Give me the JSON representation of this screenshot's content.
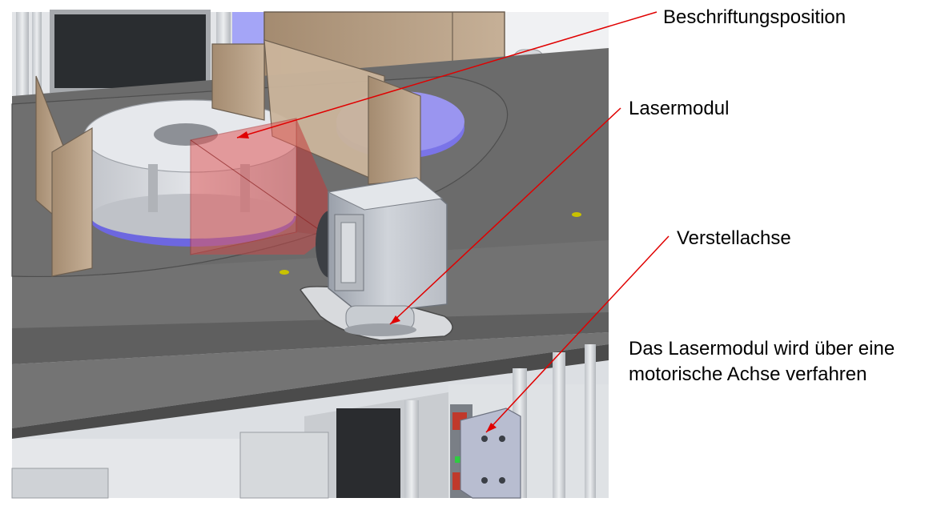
{
  "labels": {
    "beschriftungsposition": "Beschriftungsposition",
    "lasermodul": "Lasermodul",
    "verstellachse": "Verstellachse",
    "description_line1": "Das Lasermodul wird über eine",
    "description_line2": "motorische Achse verfahren"
  },
  "colors": {
    "annotation_line": "#e00000",
    "marking_zone": "#e05a5a",
    "table_surface": "#6b6b6b",
    "cardboard": "#b9a186",
    "aluminium_frame": "#cfd3d8",
    "turntable": "#d8dbe0",
    "turntable_ring": "#7a74e8"
  }
}
